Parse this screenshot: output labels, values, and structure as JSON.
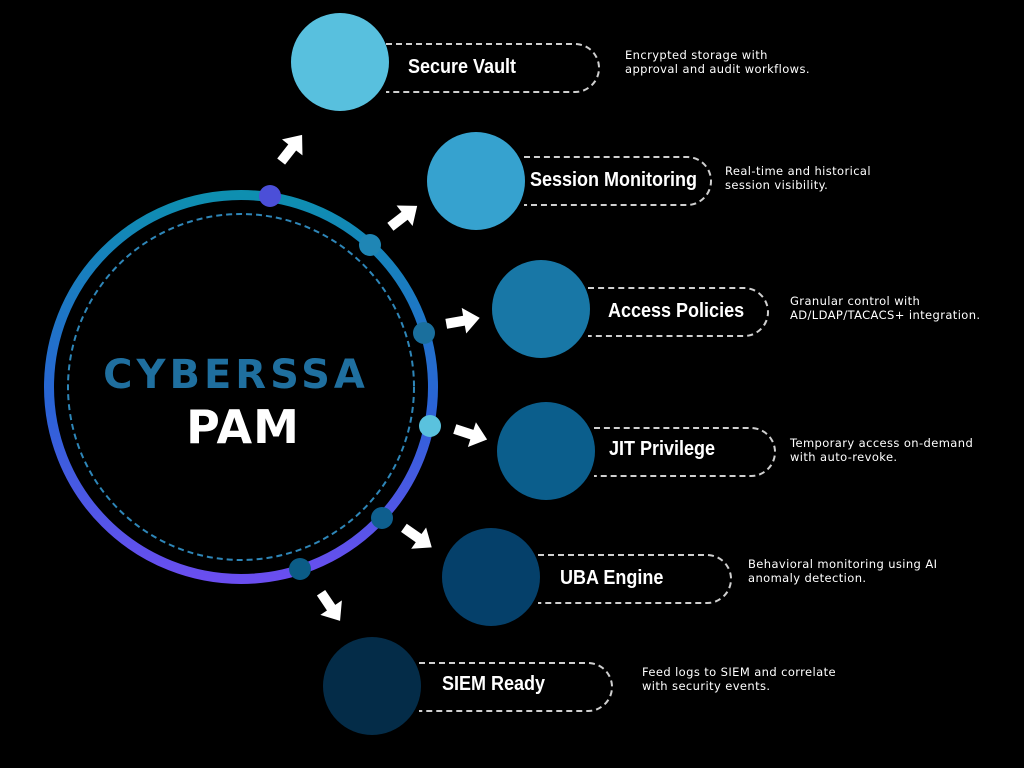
{
  "center": {
    "brand": "CYBERSSA",
    "product": "PAM"
  },
  "colors": {
    "ring_top": "#0e8fb0",
    "ring_bottom": "#6a4ef0",
    "dashed_ring": "#2e86b8",
    "arrow": "#ffffff"
  },
  "features": [
    {
      "name": "Secure Vault",
      "icon": "secure-vault-node",
      "color": "#58c0de",
      "desc_line1": "Encrypted storage with",
      "desc_line2": "approval and audit workflows.",
      "dot_color": "#4b4fd8"
    },
    {
      "name": "Session Monitoring",
      "icon": "session-monitoring-node",
      "color": "#36a2cf",
      "desc_line1": "Real-time and historical",
      "desc_line2": "session visibility.",
      "dot_color": "#1f86b5"
    },
    {
      "name": "Access Policies",
      "icon": "access-policies-node",
      "color": "#1877a6",
      "desc_line1": "Granular control with",
      "desc_line2": "AD/LDAP/TACACS+ integration.",
      "dot_color": "#1a6f9d"
    },
    {
      "name": "JIT Privilege",
      "icon": "jit-privilege-node",
      "color": "#0b5e8c",
      "desc_line1": "Temporary access on-demand",
      "desc_line2": "with auto-revoke.",
      "dot_color": "#5ac2de"
    },
    {
      "name": "UBA Engine",
      "icon": "uba-engine-node",
      "color": "#05406a",
      "desc_line1": "Behavioral monitoring using AI",
      "desc_line2": "anomaly detection.",
      "dot_color": "#0e5f8e"
    },
    {
      "name": "SIEM Ready",
      "icon": "siem-ready-node",
      "color": "#042c48",
      "desc_line1": "Feed logs to SIEM and correlate",
      "desc_line2": "with security events.",
      "dot_color": "#0b5c86"
    }
  ]
}
